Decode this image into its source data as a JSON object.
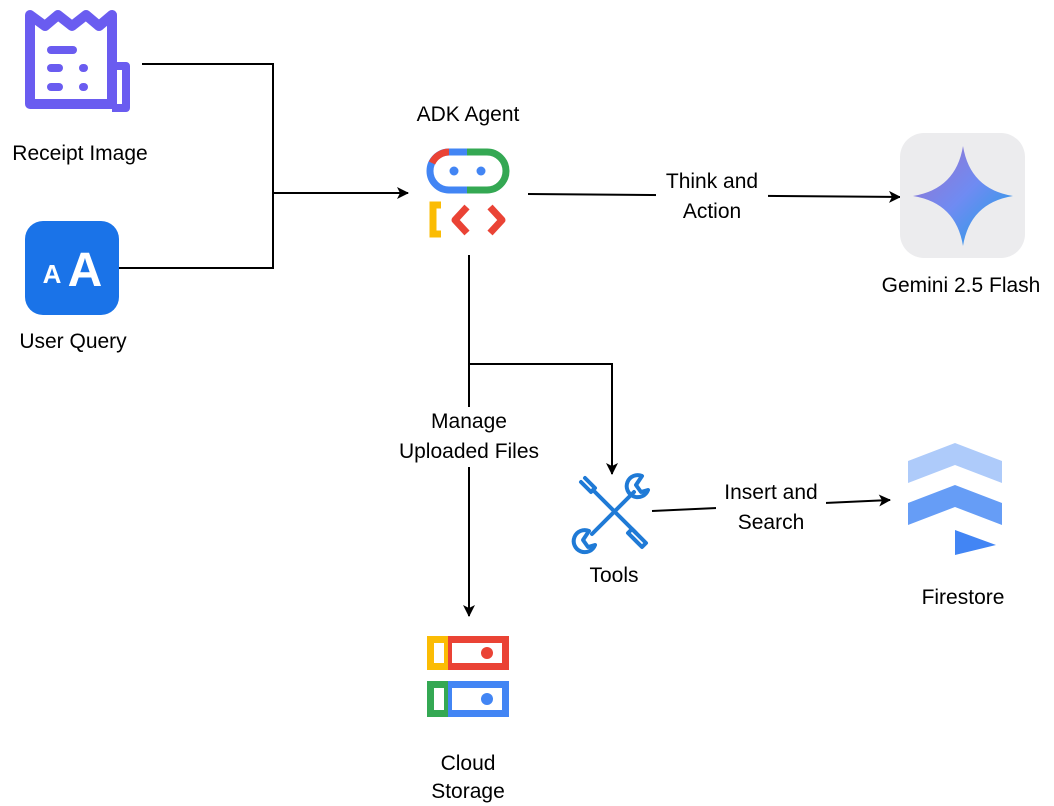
{
  "nodes": {
    "receipt_image": {
      "label": "Receipt Image",
      "icon": "receipt-icon"
    },
    "user_query": {
      "label": "User Query",
      "icon": "text-aa-icon",
      "glyph_small": "A",
      "glyph_large": "A"
    },
    "adk_agent": {
      "label": "ADK Agent",
      "icon": "adk-agent-icon"
    },
    "gemini": {
      "label": "Gemini 2.5 Flash",
      "icon": "gemini-sparkle-icon"
    },
    "tools": {
      "label": "Tools",
      "icon": "wrench-screwdriver-icon"
    },
    "firestore": {
      "label": "Firestore",
      "icon": "firestore-icon"
    },
    "cloud_storage": {
      "label_line1": "Cloud",
      "label_line2": "Storage",
      "icon": "cloud-storage-icon"
    }
  },
  "edges": {
    "think_action": {
      "line1": "Think and",
      "line2": "Action"
    },
    "manage_files": {
      "line1": "Manage",
      "line2": "Uploaded Files"
    },
    "insert_search": {
      "line1": "Insert and",
      "line2": "Search"
    }
  },
  "colors": {
    "receipt": "#6a5cf0",
    "user_query_bg": "#1a73e8",
    "google_blue": "#4285f4",
    "google_red": "#ea4335",
    "google_yellow": "#fbbc04",
    "google_green": "#34a853",
    "tools_blue": "#1f7ad6",
    "firestore_light": "#aecbfa",
    "firestore_mid": "#669df6",
    "firestore_dark": "#4285f4"
  }
}
